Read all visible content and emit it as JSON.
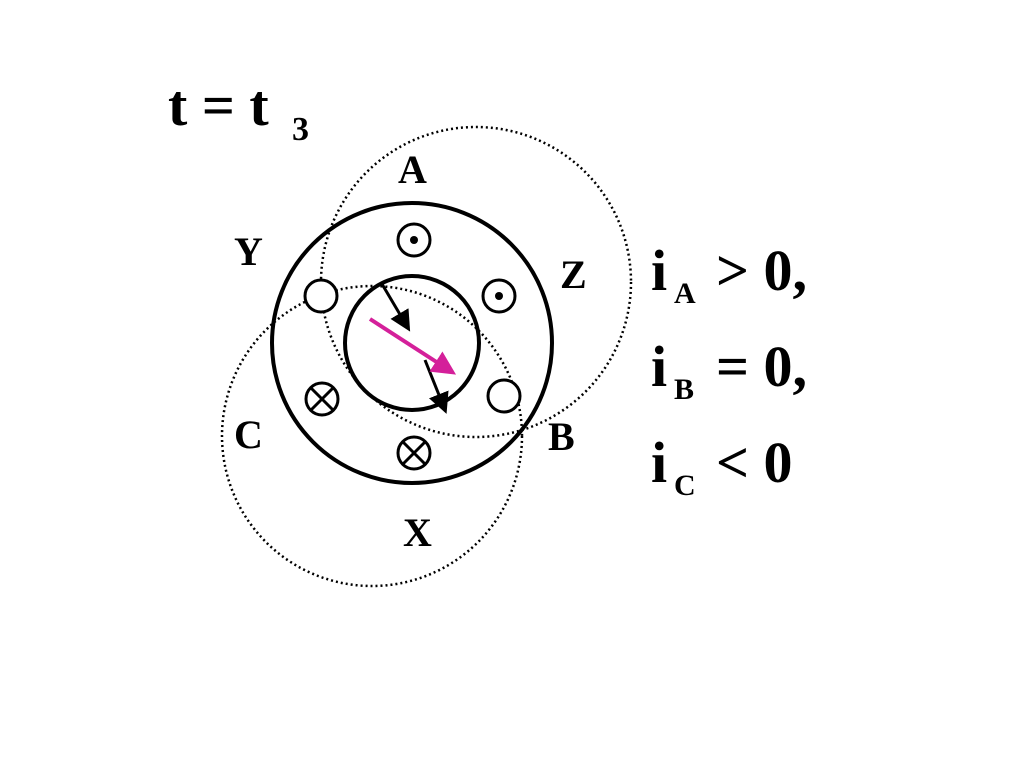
{
  "title": {
    "main": "t = t",
    "subscript": "3"
  },
  "labels": {
    "a": "A",
    "b": "B",
    "c": "C",
    "x": "X",
    "y": "Y",
    "z": "Z"
  },
  "conductors": {
    "a": "dot",
    "z": "dot",
    "b": "empty",
    "y": "empty",
    "c": "cross",
    "x": "cross"
  },
  "equations": [
    {
      "symbol": "i",
      "subscript": "A",
      "relation": "> 0,"
    },
    {
      "symbol": "i",
      "subscript": "B",
      "relation": "= 0,"
    },
    {
      "symbol": "i",
      "subscript": "C",
      "relation": "< 0"
    }
  ],
  "colors": {
    "ink": "#000000",
    "resultant_arrow": "#d4209a"
  }
}
